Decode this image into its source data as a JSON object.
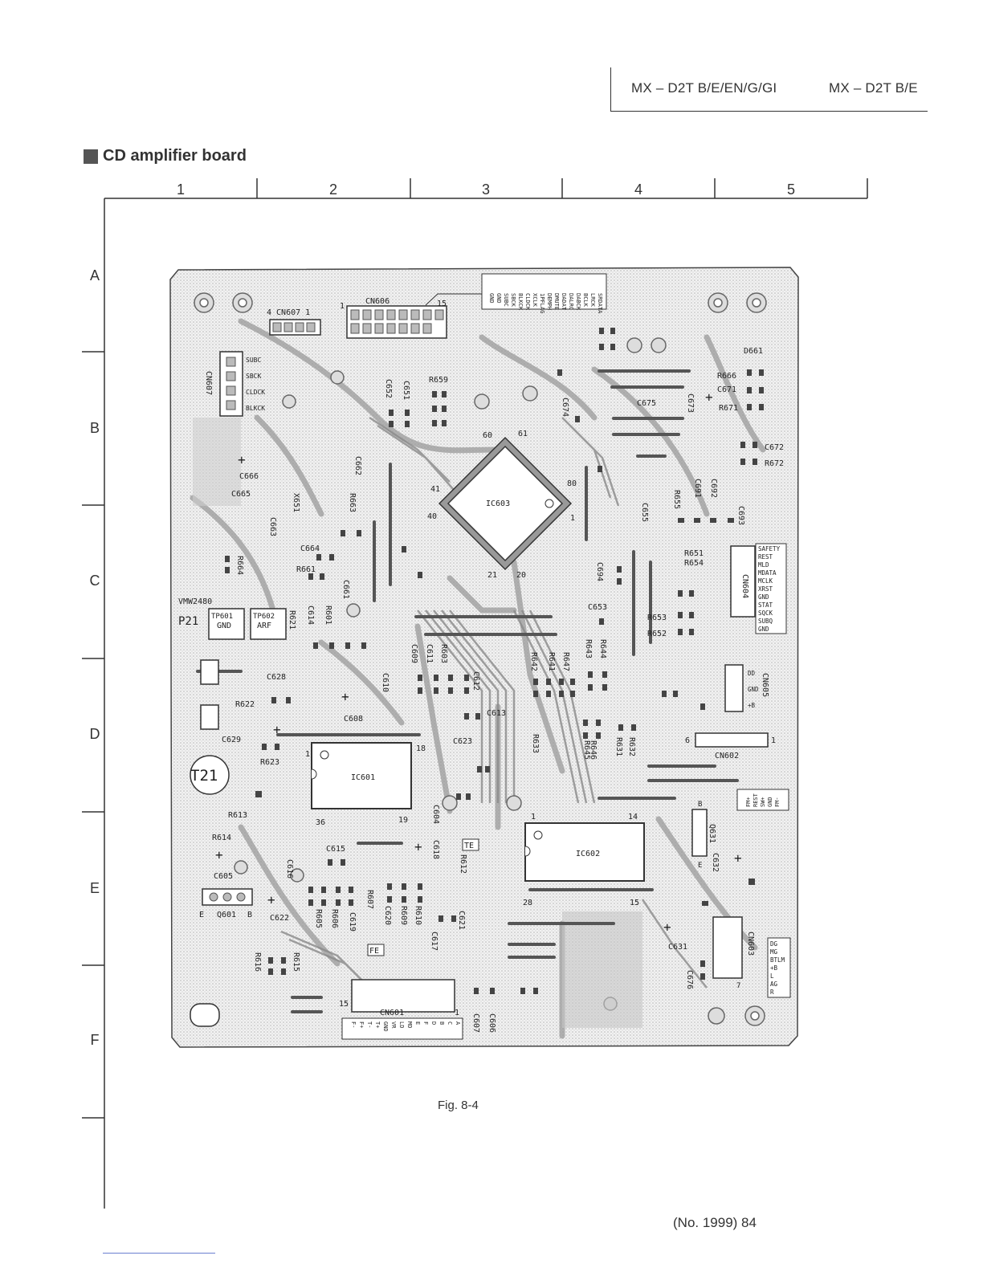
{
  "header": {
    "models": [
      "MX – D2T B/E/EN/G/GI",
      "MX – D2T B/E"
    ]
  },
  "title": "CD amplifier board",
  "grid": {
    "columns": [
      "1",
      "2",
      "3",
      "4",
      "5"
    ],
    "rows": [
      "A",
      "B",
      "C",
      "D",
      "E",
      "F"
    ]
  },
  "board": {
    "ics": [
      {
        "ref": "IC603",
        "pins": [
          "60",
          "61",
          "41",
          "40",
          "80",
          "1",
          "21",
          "20"
        ]
      },
      {
        "ref": "IC601",
        "pins": [
          "1",
          "18",
          "36",
          "19"
        ]
      },
      {
        "ref": "IC602",
        "pins": [
          "1",
          "14",
          "28",
          "15"
        ]
      }
    ],
    "connectors": {
      "CN606": {
        "label": "CN606",
        "pin_first": "1",
        "pin_last": "15",
        "signals": [
          "SRDATA",
          "LRCK",
          "BCLK",
          "DABCK",
          "DALRC",
          "DADAT",
          "DMUTE",
          "DEMPH",
          "1PFLAG",
          "XCLK",
          "CLDCK",
          "BLKCK",
          "SBCK",
          "SUBC",
          "GND",
          "GND"
        ]
      },
      "CN607_top": {
        "label": "4  CN607  1"
      },
      "CN607": {
        "label": "CN607",
        "signals": [
          "SUBC",
          "SBCK",
          "CLDCK",
          "BLKCK"
        ]
      },
      "CN604": {
        "label": "CN604",
        "signals": [
          "SAFETY",
          "REST",
          "MLD",
          "MDATA",
          "MCLK",
          "XRST",
          "GND",
          "STAT",
          "SQCK",
          "SUBQ",
          "GND"
        ]
      },
      "CN605": {
        "label": "CN605",
        "signals": [
          "DD",
          "GND",
          "+B"
        ]
      },
      "CN602": {
        "label": "CN602",
        "pin_first": "6",
        "pin_last": "1",
        "signals": [
          "FM-",
          "GND",
          "SW+",
          "REST",
          "FM+"
        ]
      },
      "CN603": {
        "label": "CN603",
        "pin_last": "7",
        "signals": [
          "DG",
          "MG",
          "BTLM",
          "+B",
          "L",
          "AG",
          "R"
        ]
      },
      "CN601": {
        "label": "CN601",
        "pin_first": "15",
        "pin_last": "1",
        "signals": [
          "A",
          "C",
          "B",
          "D",
          "F",
          "E",
          "MD",
          "LD",
          "VR",
          "GND",
          "T+",
          "T-",
          "F+",
          "F-"
        ]
      }
    },
    "test_points": {
      "tp601": {
        "name": "TP601",
        "signal": "GND"
      },
      "tp602": {
        "name": "TP602",
        "signal": "ARF"
      },
      "te": "TE",
      "fe": "FE",
      "t21": "T21"
    },
    "board_marks": [
      "VMW2480",
      "P21"
    ],
    "transistors": [
      {
        "ref": "Q601",
        "pins": [
          "E",
          "B"
        ]
      },
      {
        "ref": "Q631",
        "pins": [
          "B",
          "E"
        ]
      }
    ],
    "components": {
      "D661": "D661",
      "R666": "R666",
      "C671": "C671",
      "R671": "R671",
      "C672": "C672",
      "R672": "R672",
      "C673": "C673",
      "C675": "C675",
      "C674": "C674",
      "R659": "R659",
      "C651": "C651",
      "C652": "C652",
      "C666": "C666",
      "C665": "C665",
      "X651": "X651",
      "C662": "C662",
      "R663": "R663",
      "C663": "C663",
      "C664": "C664",
      "R661": "R661",
      "R664": "R664",
      "C661": "C661",
      "R621": "R621",
      "C614": "C614",
      "R601": "R601",
      "C609": "C609",
      "C611": "C611",
      "R603": "R603",
      "C612": "C612",
      "C610": "C610",
      "C613": "C613",
      "C628": "C628",
      "R622": "R622",
      "C608": "C608",
      "C629": "C629",
      "R623": "R623",
      "C623": "C623",
      "R633": "R633",
      "R642": "R642",
      "R641": "R641",
      "R647": "R647",
      "R643": "R643",
      "R644": "R644",
      "C655": "C655",
      "R655": "R655",
      "C691": "C691",
      "C692": "C692",
      "C693": "C693",
      "C694": "C694",
      "R651": "R651",
      "R654": "R654",
      "C653": "C653",
      "R653": "R653",
      "R652": "R652",
      "R646": "R646",
      "R645": "R645",
      "R631": "R631",
      "R632": "R632",
      "R613": "R613",
      "R614": "R614",
      "C605": "C605",
      "C622": "C622",
      "C615": "C615",
      "C616": "C616",
      "C604": "C604",
      "C618": "C618",
      "R612": "R612",
      "R607": "R607",
      "C620": "C620",
      "R609": "R609",
      "R610": "R610",
      "C621": "C621",
      "R605": "R605",
      "R606": "R606",
      "C619": "C619",
      "C617": "C617",
      "R616": "R616",
      "R615": "R615",
      "C632": "C632",
      "C631": "C631",
      "C676": "C676",
      "C607": "C607",
      "C606": "C606"
    }
  },
  "figure_caption": "Fig. 8-4",
  "page_number": "(No. 1999)  84"
}
